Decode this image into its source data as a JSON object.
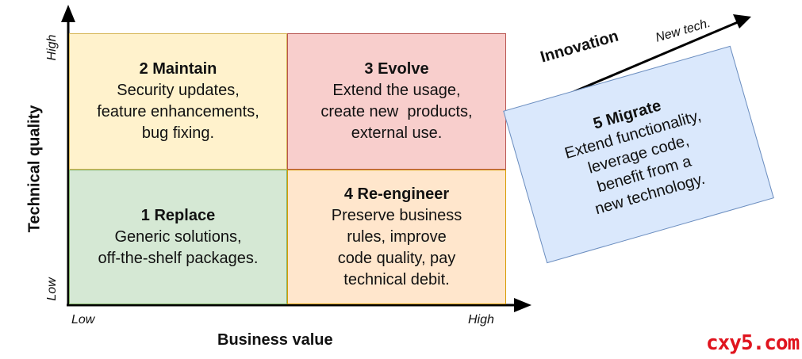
{
  "axes": {
    "y_title": "Technical quality",
    "y_high": "High",
    "y_low": "Low",
    "x_title": "Business value",
    "x_low": "Low",
    "x_high": "High"
  },
  "quadrants": {
    "maintain": {
      "title": "2 Maintain",
      "lines": [
        "Security updates,",
        "feature enhancements,",
        "bug fixing."
      ]
    },
    "evolve": {
      "title": "3 Evolve",
      "lines": [
        "Extend the usage,",
        "create new  products,",
        "external use."
      ]
    },
    "replace": {
      "title": "1 Replace",
      "lines": [
        "Generic solutions,",
        "off-the-shelf packages."
      ]
    },
    "reengineer": {
      "title": "4 Re-engineer",
      "lines": [
        "Preserve business",
        "rules, improve",
        "code quality, pay",
        "technical debit."
      ]
    }
  },
  "migrate": {
    "title": "5 Migrate",
    "lines": [
      "Extend functionality,",
      "leverage code,",
      "benefit from a",
      "new technology."
    ]
  },
  "innovation": {
    "label": "Innovation",
    "tag": "New tech."
  },
  "watermark": "cxy5.com"
}
